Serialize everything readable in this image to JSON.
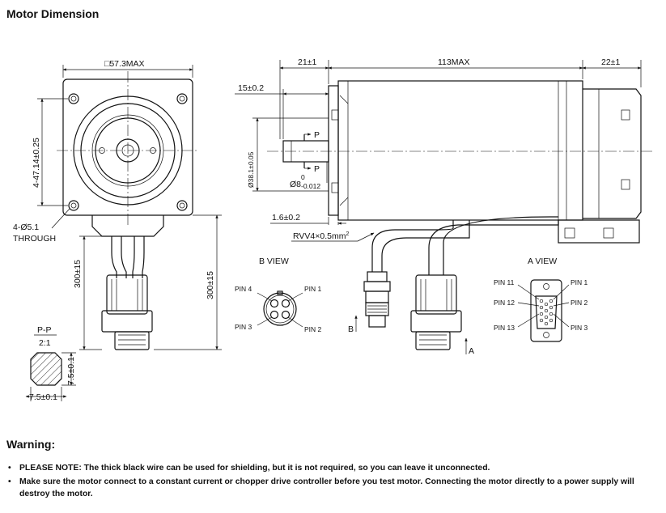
{
  "page_title": "Motor Dimension",
  "front_view": {
    "flange_size": "□57.3MAX",
    "hole_spacing": "4-47.14±0.25",
    "holes": "4-Ø5.1",
    "holes_through": "THROUGH",
    "cable_length": "300±15"
  },
  "side_view": {
    "boss_length": "21±1",
    "body_length": "113MAX",
    "rear_length": "22±1",
    "shaft_length": "15±0.2",
    "pilot_diameter": "Ø38.1±0.05",
    "shaft_diameter": "Ø8",
    "shaft_tol_upper": "0",
    "shaft_tol_lower": "-0.012",
    "flange_thickness": "1.6±0.2",
    "cable_spec": "RVV4×0.5mm",
    "cable_spec_sup": "2",
    "cable_length": "300±15",
    "section_mark": "P",
    "view_mark_b": "B",
    "view_mark_a": "A"
  },
  "section_pp": {
    "label": "P-P",
    "scale": "2:1",
    "height": "7.5±0.1",
    "width": "7.5±0.1"
  },
  "b_view": {
    "title": "B  VIEW",
    "pins": [
      "PIN 4",
      "PIN 1",
      "PIN 3",
      "PIN 2"
    ]
  },
  "a_view": {
    "title": "A  VIEW",
    "pins": [
      "PIN 11",
      "PIN 1",
      "PIN 12",
      "PIN 2",
      "PIN 13",
      "PIN 3"
    ]
  },
  "warning": {
    "title": "Warning:",
    "note1_label": "PLEASE NOTE:",
    "note1_text": " The thick black wire can be used for shielding, but it is not required, so you can leave it unconnected.",
    "note2_text": "Make sure the motor connect to a constant current or chopper drive controller before you test motor. Connecting the motor directly to a power supply will destroy the motor."
  }
}
